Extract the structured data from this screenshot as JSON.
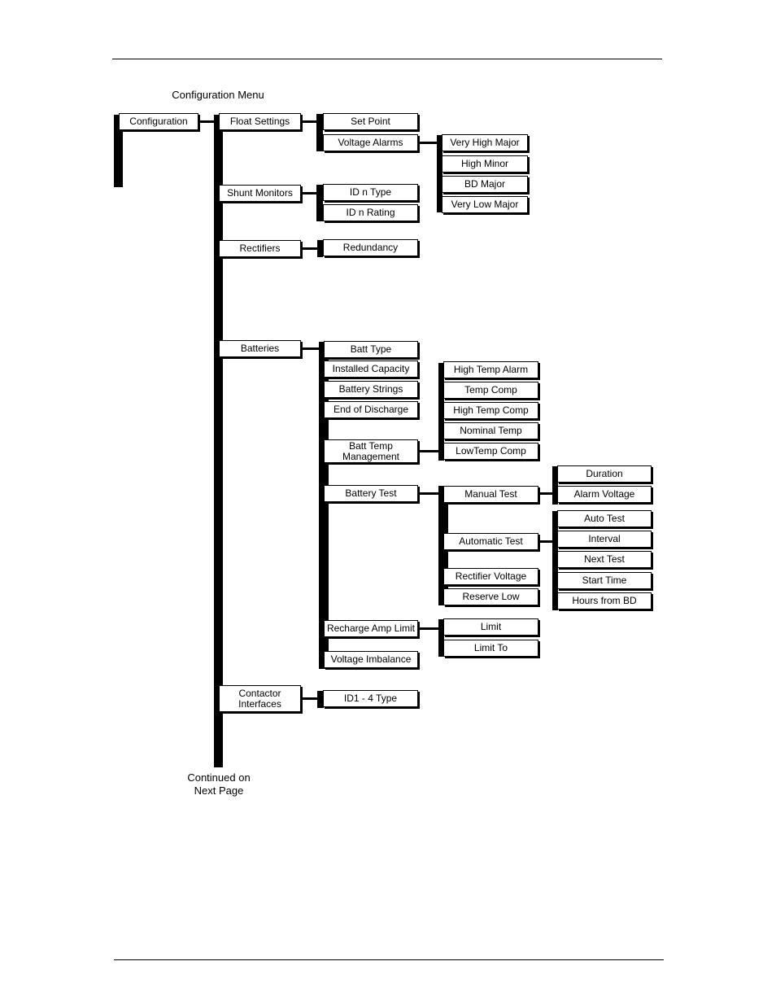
{
  "diagram": {
    "title": "Configuration Menu",
    "continued": "Continued on\nNext Page",
    "nodes": {
      "configuration": "Configuration",
      "float_settings": "Float Settings",
      "shunt_monitors": "Shunt Monitors",
      "rectifiers": "Rectifiers",
      "batteries": "Batteries",
      "contactor_interfaces": "Contactor\nInterfaces",
      "set_point": "Set Point",
      "voltage_alarms": "Voltage Alarms",
      "very_high_major": "Very High Major",
      "high_minor": "High Minor",
      "bd_major": "BD Major",
      "very_low_major": "Very Low Major",
      "id_n_type": "ID n Type",
      "id_n_rating": "ID n Rating",
      "redundancy": "Redundancy",
      "batt_type": "Batt Type",
      "installed_capacity": "Installed Capacity",
      "battery_strings": "Battery Strings",
      "end_of_discharge": "End of Discharge",
      "batt_temp_management": "Batt Temp\nManagement",
      "battery_test": "Battery Test",
      "recharge_amp_limit": "Recharge Amp Limit",
      "voltage_imbalance": "Voltage Imbalance",
      "high_temp_alarm": "High Temp Alarm",
      "temp_comp": "Temp Comp",
      "high_temp_comp": "High Temp Comp",
      "nominal_temp": "Nominal Temp",
      "lowtemp_comp": "LowTemp Comp",
      "manual_test": "Manual Test",
      "automatic_test": "Automatic Test",
      "rectifier_voltage": "Rectifier Voltage",
      "reserve_low": "Reserve Low",
      "duration": "Duration",
      "alarm_voltage": "Alarm Voltage",
      "auto_test": "Auto Test",
      "interval": "Interval",
      "next_test": "Next Test",
      "start_time": "Start Time",
      "hours_from_bd": "Hours from BD",
      "limit": "Limit",
      "limit_to": "Limit To",
      "id1_4_type": "ID1 - 4 Type"
    }
  }
}
